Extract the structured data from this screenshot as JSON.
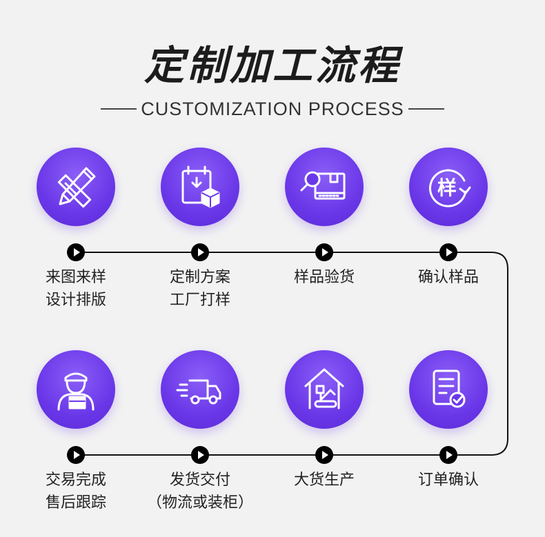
{
  "title": "定制加工流程",
  "subtitle": "CUSTOMIZATION PROCESS",
  "steps_row1": [
    {
      "icon": "pencil-ruler-icon",
      "line1": "来图来样",
      "line2": "设计排版"
    },
    {
      "icon": "calendar-box-icon",
      "line1": "定制方案",
      "line2": "工厂打样"
    },
    {
      "icon": "magnifier-inspect-icon",
      "line1": "样品验货",
      "line2": ""
    },
    {
      "icon": "sample-refresh-icon",
      "line1": "确认样品",
      "line2": ""
    }
  ],
  "steps_row2": [
    {
      "icon": "courier-package-icon",
      "line1": "交易完成",
      "line2": "售后跟踪"
    },
    {
      "icon": "delivery-truck-icon",
      "line1": "发货交付",
      "line2": "（物流或装柜）"
    },
    {
      "icon": "factory-production-icon",
      "line1": "大货生产",
      "line2": ""
    },
    {
      "icon": "order-confirm-icon",
      "line1": "订单确认",
      "line2": ""
    }
  ],
  "sample_char": "样",
  "colors": {
    "accent": "#6a37e8",
    "background": "#f2f2f2",
    "line": "#111111"
  }
}
